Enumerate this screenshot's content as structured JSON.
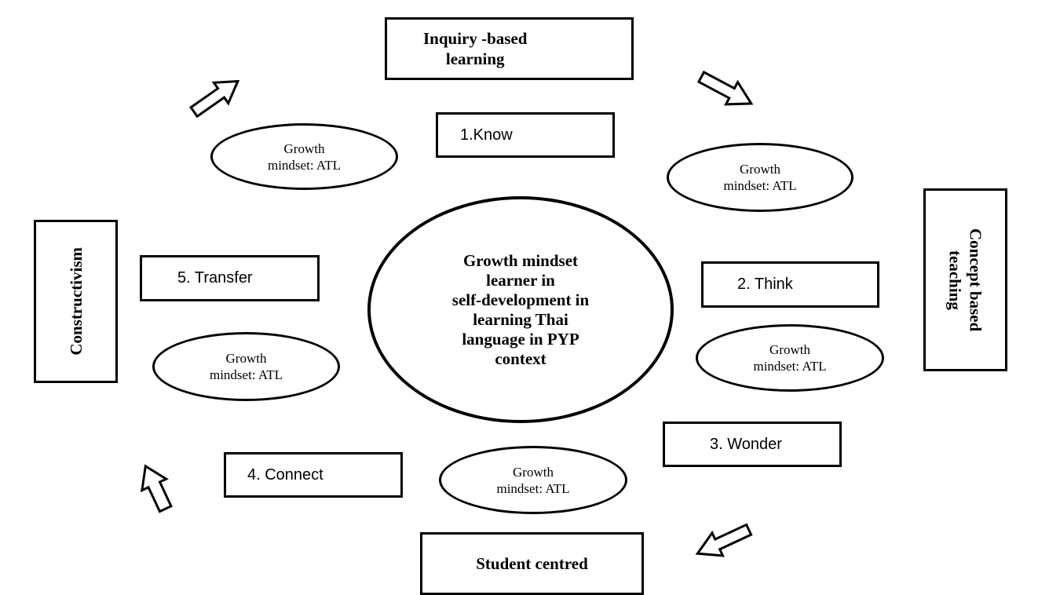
{
  "frameworks": {
    "inquiry": "Inquiry -based\nlearning",
    "concept": "Concept based\nteaching",
    "student": "Student centred",
    "constructivism": "Constructivism"
  },
  "center": "Growth mindset\nlearner in\nself-development in\nlearning Thai\nlanguage in PYP\ncontext",
  "steps": {
    "know": "1.Know",
    "think": "2. Think",
    "wonder": "3. Wonder",
    "connect": "4. Connect",
    "transfer": "5. Transfer"
  },
  "ellipses": {
    "top_left": "Growth\nmindset: ATL",
    "top_right": "Growth\nmindset: ATL",
    "right": "Growth\nmindset: ATL",
    "bottom": "Growth\nmindset: ATL",
    "left": "Growth\nmindset: ATL"
  }
}
